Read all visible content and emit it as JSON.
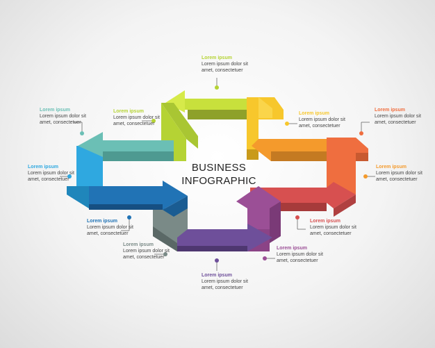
{
  "title": {
    "line1": "BUSINESS",
    "line2": "INFOGRAPHIC"
  },
  "colors": {
    "teal": "#6bbfb5",
    "lime": "#b5d334",
    "yellow": "#f7c72c",
    "orange": "#f49a2c",
    "coral": "#ef6e3f",
    "red": "#d75050",
    "purple": "#9b4f96",
    "violet": "#6e4f9a",
    "gray": "#7a8a87",
    "blue": "#2173b5",
    "sky": "#2fa8e0"
  },
  "steps": [
    {
      "id": "top-center",
      "title": "Lorem ipsum",
      "desc": "Lorem ipsum dolor sit amet, consectetuer",
      "color": "#b5d334"
    },
    {
      "id": "upper-left",
      "title": "Lorem ipsum",
      "desc": "Lorem ipsum dolor sit amet, consectetuer",
      "color": "#6bbfb5"
    },
    {
      "id": "upper-mid-left",
      "title": "Lorem ipsum",
      "desc": "Lorem ipsum dolor sit amet, consectetuer",
      "color": "#b5d334"
    },
    {
      "id": "upper-mid-right",
      "title": "Lorem ipsum",
      "desc": "Lorem ipsum dolor sit amet, consectetuer",
      "color": "#f7c72c"
    },
    {
      "id": "upper-right",
      "title": "Lorem ipsum",
      "desc": "Lorem ipsum dolor sit amet, consectetuer",
      "color": "#ef6e3f"
    },
    {
      "id": "mid-left",
      "title": "Lorem ipsum",
      "desc": "Lorem ipsum dolor sit amet, consectetuer",
      "color": "#2fa8e0"
    },
    {
      "id": "mid-right",
      "title": "Lorem ipsum",
      "desc": "Lorem ipsum dolor sit amet, consectetuer",
      "color": "#f49a2c"
    },
    {
      "id": "lower-left",
      "title": "Lorem ipsum",
      "desc": "Lorem ipsum dolor sit amet, consectetuer",
      "color": "#2173b5"
    },
    {
      "id": "lower-right",
      "title": "Lorem ipsum",
      "desc": "Lorem ipsum dolor sit amet, consectetuer",
      "color": "#d75050"
    },
    {
      "id": "bottom-left",
      "title": "Lorem ipsum",
      "desc": "Lorem ipsum dolor sit amet, consectetuer",
      "color": "#7a8a87"
    },
    {
      "id": "bottom-mid-right",
      "title": "Lorem ipsum",
      "desc": "Lorem ipsum dolor sit amet, consectetuer",
      "color": "#9b4f96"
    },
    {
      "id": "bottom-center",
      "title": "Lorem ipsum",
      "desc": "Lorem ipsum dolor sit amet, consectetuer",
      "color": "#6e4f9a"
    }
  ]
}
